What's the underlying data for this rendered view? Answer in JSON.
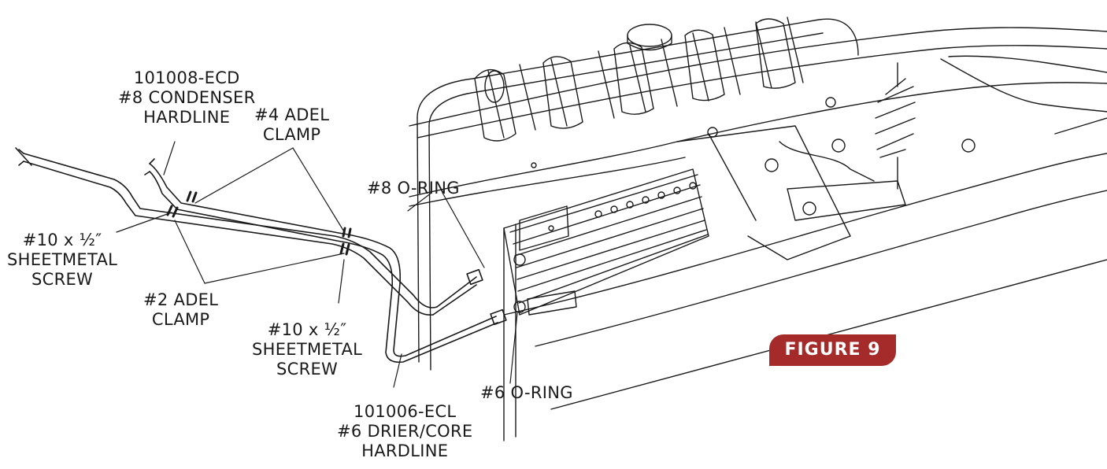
{
  "diagram": {
    "badge": "FIGURE 9",
    "labels": {
      "condenser_hardline": [
        "101008-ECD",
        "#8 CONDENSER",
        "HARDLINE"
      ],
      "adel_clamp_4": [
        "#4 ADEL",
        "CLAMP"
      ],
      "oring_8": [
        "#8 O-RING"
      ],
      "screw_left": [
        "#10 x ½″",
        "SHEETMETAL",
        "SCREW"
      ],
      "adel_clamp_2": [
        "#2 ADEL",
        "CLAMP"
      ],
      "screw_center": [
        "#10 x ½″",
        "SHEETMETAL",
        "SCREW"
      ],
      "oring_6": [
        "#6 O-RING"
      ],
      "drier_core_hardline": [
        "101006-ECL",
        "#6 DRIER/CORE",
        "HARDLINE"
      ]
    },
    "colors": {
      "badge_fill": "#a52a2a",
      "badge_text": "#ffffff",
      "line_art": "#1a1a1a"
    }
  }
}
